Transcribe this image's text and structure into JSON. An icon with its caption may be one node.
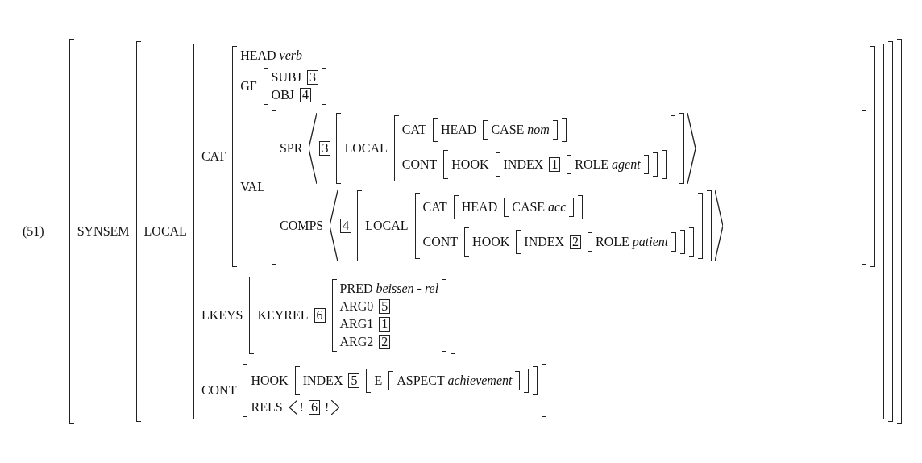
{
  "diagram": {
    "nodes": [
      {
        "text": [
          "3"
        ]
      },
      {
        "text": [
          "4"
        ]
      },
      {
        "text": [
          "3"
        ]
      },
      {
        "text": [
          "1"
        ]
      },
      {
        "text": [
          "4"
        ]
      },
      {
        "text": [
          "2"
        ]
      },
      {
        "text": [
          "6"
        ]
      },
      {
        "text": [
          "5"
        ]
      },
      {
        "text": [
          "1"
        ]
      },
      {
        "text": [
          "2"
        ]
      },
      {
        "text": [
          "5"
        ]
      },
      {
        "text": [
          "6"
        ]
      }
    ],
    "labels": [
      "(51)",
      "SYNSEM",
      "LOCAL",
      "CAT",
      "HEAD *verb*",
      "GF",
      "SUBJ",
      "OBJ",
      "VAL",
      "SPR",
      "LOCAL",
      "CAT",
      "HEAD",
      "CASE *nom*",
      "CONT",
      "HOOK",
      "INDEX",
      "ROLE *agent*",
      "COMPS",
      "LOCAL",
      "CAT",
      "HEAD",
      "CASE *acc*",
      "CONT",
      "HOOK",
      "INDEX",
      "ROLE *patient*",
      "LKEYS",
      "KEYREL",
      "PRED *beissen - rel*",
      "ARG0",
      "ARG1",
      "ARG2",
      "CONT",
      "HOOK",
      "INDEX",
      "E",
      "ASPECT *achievement*",
      "RELS",
      "!",
      "!"
    ]
  }
}
